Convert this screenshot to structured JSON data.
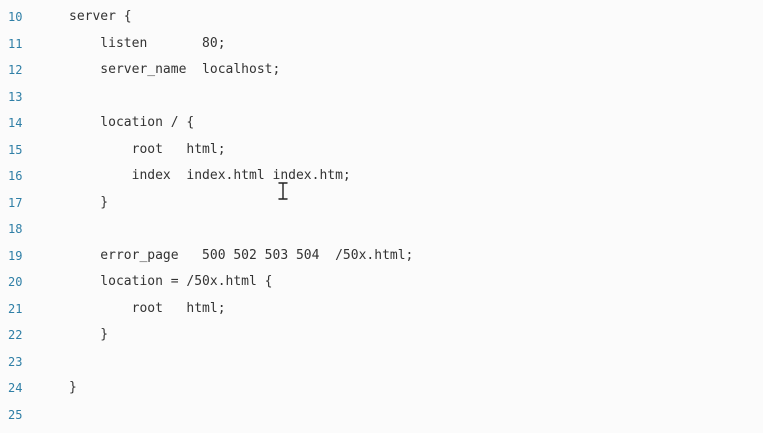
{
  "editor": {
    "lines": [
      {
        "num": "10",
        "text": "server {"
      },
      {
        "num": "11",
        "text": "    listen       80;"
      },
      {
        "num": "12",
        "text": "    server_name  localhost;"
      },
      {
        "num": "13",
        "text": ""
      },
      {
        "num": "14",
        "text": "    location / {"
      },
      {
        "num": "15",
        "text": "        root   html;"
      },
      {
        "num": "16",
        "text": "        index  index.html index.htm;"
      },
      {
        "num": "17",
        "text": "    }"
      },
      {
        "num": "18",
        "text": ""
      },
      {
        "num": "19",
        "text": "    error_page   500 502 503 504  /50x.html;"
      },
      {
        "num": "20",
        "text": "    location = /50x.html {"
      },
      {
        "num": "21",
        "text": "        root   html;"
      },
      {
        "num": "22",
        "text": "    }"
      },
      {
        "num": "23",
        "text": ""
      },
      {
        "num": "24",
        "text": "}"
      },
      {
        "num": "25",
        "text": ""
      }
    ]
  },
  "colors": {
    "line_number": "#2f7fa6",
    "code_text": "#333333",
    "background": "#fbfbfb"
  },
  "icons": {
    "cursor": "text-cursor-icon"
  }
}
